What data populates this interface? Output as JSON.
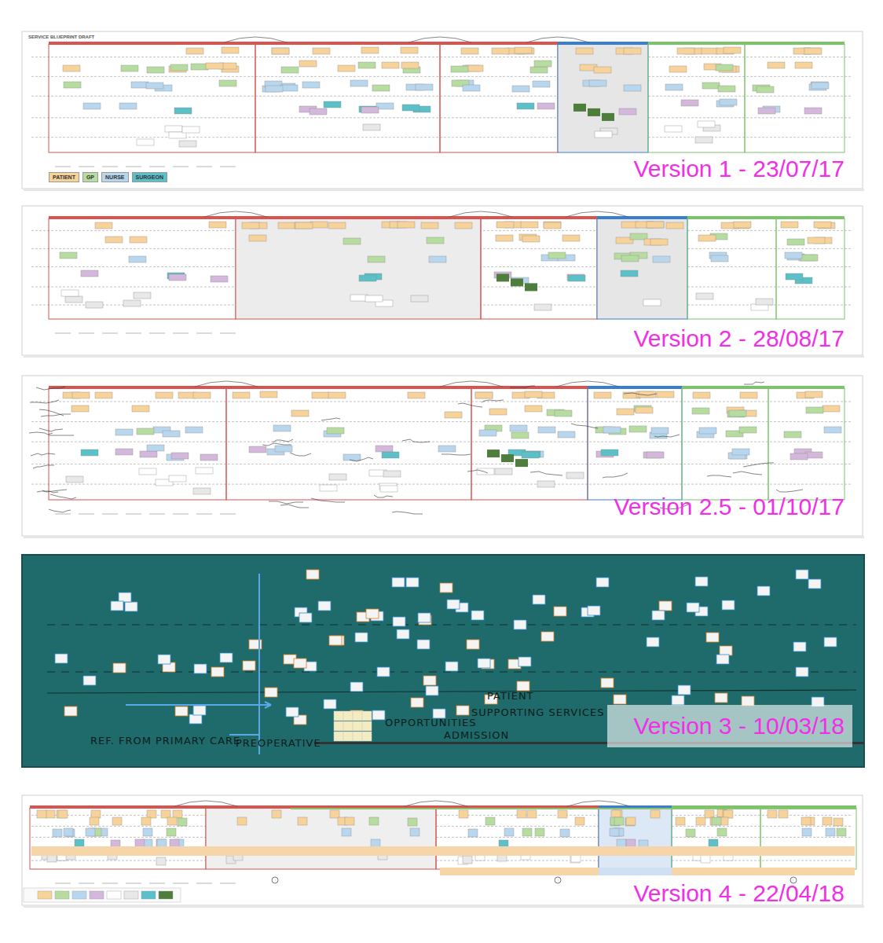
{
  "diagram": {
    "labels": [
      "Version 1 - 23/07/17",
      "Version 2 - 28/08/17",
      "Version 2.5 - 01/10/17",
      "Version 3 - 10/03/18",
      "Version 4 - 22/04/18",
      "SERVICE BLUEPRINT DRAFT",
      "REF. FROM PRIMARY CARE",
      "PREOPERATIVE",
      "OPPORTUNITIES",
      "ADMISSION",
      "SUPPORTING SERVICES",
      "PATIENT"
    ],
    "legend": [
      {
        "text": "PATIENT",
        "color": "#f7d39a"
      },
      {
        "text": "GP",
        "color": "#b7dca0"
      },
      {
        "text": "NURSE",
        "color": "#b8d7ee"
      },
      {
        "text": "SURGEON",
        "color": "#5bc0c8"
      }
    ]
  }
}
